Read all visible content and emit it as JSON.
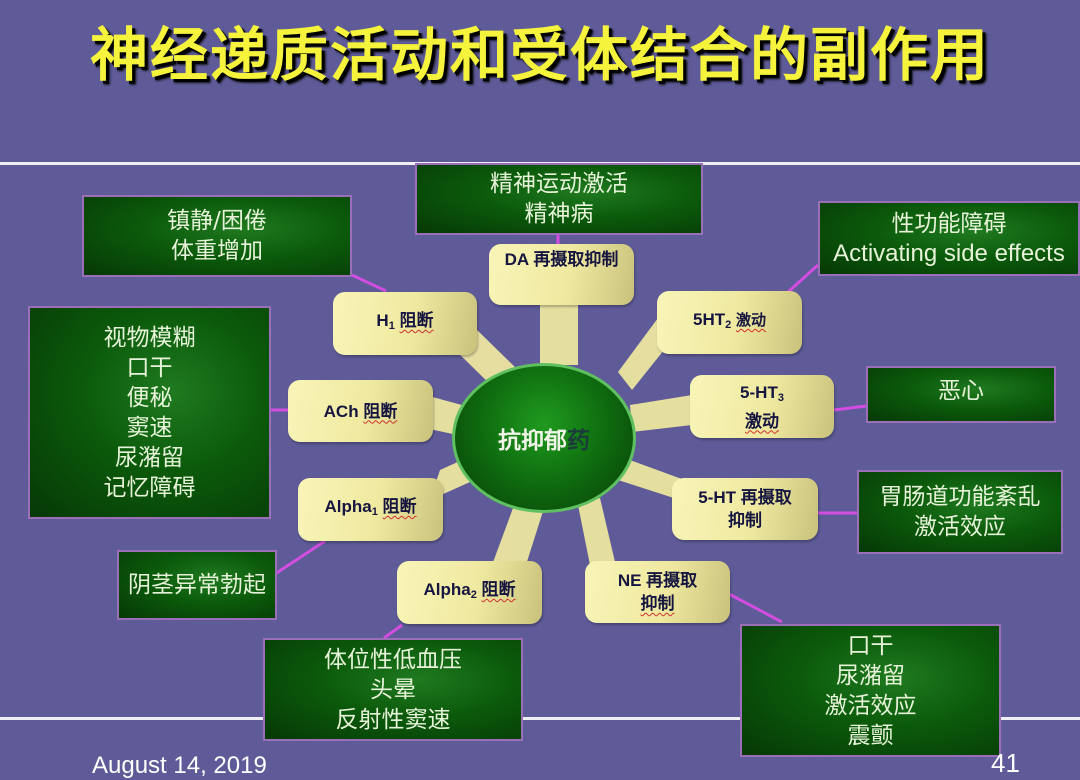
{
  "slide": {
    "title": "神经递质活动和受体结合的副作用",
    "date": "August 14, 2019",
    "page_number": "41"
  },
  "colors": {
    "background": "#5e5b98",
    "title": "#f5f33b",
    "effect_box": "#0b5a0b",
    "receptor_box": "#efe9a0",
    "connector": "#d24ee0",
    "hub": "#107010"
  },
  "hub": {
    "label_main": "抗抑郁",
    "label_tail": "药"
  },
  "receptors": {
    "h1": {
      "name": "H",
      "sub": "1",
      "action": "阻断"
    },
    "ach": {
      "name": "ACh",
      "action": "阻断"
    },
    "alpha1": {
      "name": "Alpha",
      "sub": "1",
      "action": "阻断"
    },
    "alpha2": {
      "name": "Alpha",
      "sub": "2",
      "action": "阻断"
    },
    "da": {
      "name": "DA",
      "action": "再摄取抑制"
    },
    "ht2": {
      "name": "5HT",
      "sub": "2",
      "action": "激动"
    },
    "ht3": {
      "name": "5-HT",
      "sub": "3",
      "action": "激动"
    },
    "ht_reuptake": {
      "name": "5-HT",
      "action_line1": "再摄取",
      "action_line2": "抑制"
    },
    "ne_reuptake": {
      "name": "NE",
      "action_line1": "再摄取",
      "action_line2": "抑制"
    }
  },
  "effects": {
    "h1": [
      "镇静/困倦",
      "体重增加"
    ],
    "ach": [
      "视物模糊",
      "口干",
      "便秘",
      "窦速",
      "尿潴留",
      "记忆障碍"
    ],
    "alpha1": [
      "阴茎异常勃起"
    ],
    "alpha2": [
      "体位性低血压",
      "头晕",
      "反射性窦速"
    ],
    "da": [
      "精神运动激活",
      "精神病"
    ],
    "ht2": [
      "性功能障碍",
      "Activating side effects"
    ],
    "ht3": [
      "恶心"
    ],
    "ht_reuptake": [
      "胃肠道功能紊乱",
      "激活效应"
    ],
    "ne_reuptake": [
      "口干",
      "尿潴留",
      "激活效应",
      "震颤"
    ]
  }
}
